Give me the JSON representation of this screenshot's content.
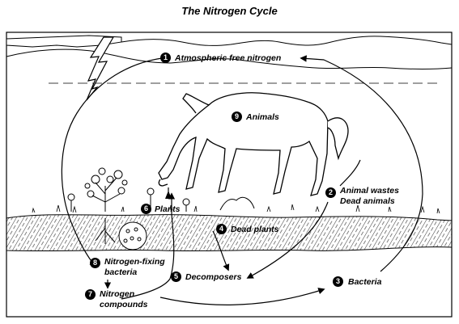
{
  "title": "The Nitrogen Cycle",
  "steps": [
    {
      "num": "1",
      "lines": [
        "Atmospheric free nitrogen"
      ]
    },
    {
      "num": "2",
      "lines": [
        "Animal wastes",
        "Dead animals"
      ]
    },
    {
      "num": "3",
      "lines": [
        "Bacteria"
      ]
    },
    {
      "num": "4",
      "lines": [
        "Dead plants"
      ]
    },
    {
      "num": "5",
      "lines": [
        "Decomposers"
      ]
    },
    {
      "num": "6",
      "lines": [
        "Plants"
      ]
    },
    {
      "num": "7",
      "lines": [
        "Nitrogen",
        "compounds"
      ]
    },
    {
      "num": "8",
      "lines": [
        "Nitrogen-fixing",
        "bacteria"
      ]
    },
    {
      "num": "9",
      "lines": [
        "Animals"
      ]
    }
  ],
  "icons": [
    "lightning-icon",
    "horse-icon",
    "plant-icon",
    "soil-icon",
    "root-nodule-icon",
    "cloud-icon"
  ]
}
